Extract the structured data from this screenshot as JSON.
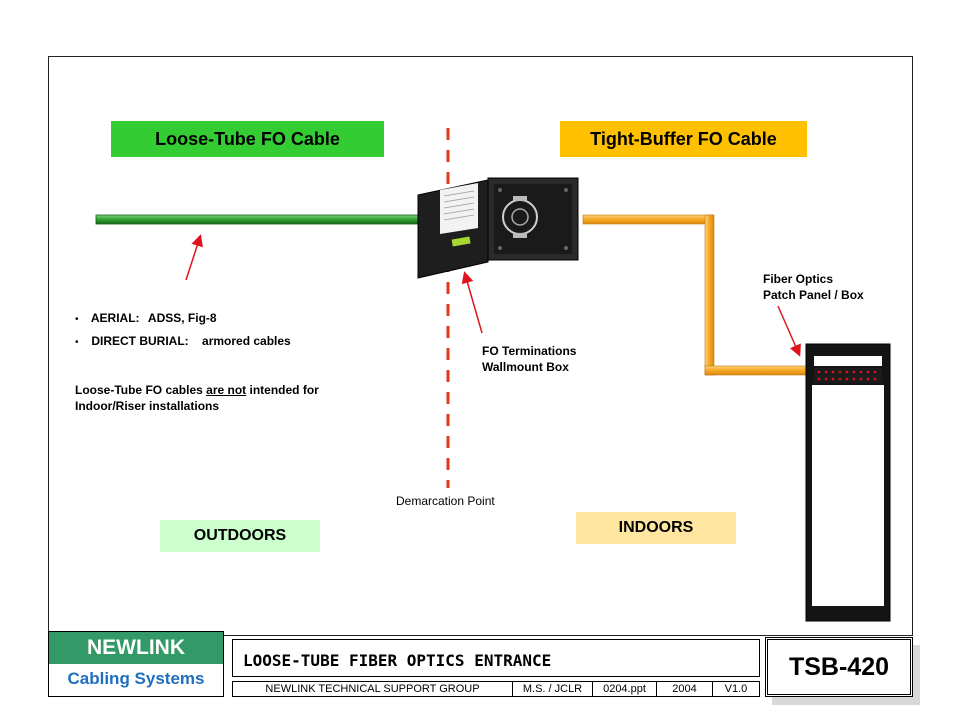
{
  "labels": {
    "loose_tube": "Loose-Tube FO Cable",
    "tight_buffer": "Tight-Buffer FO Cable",
    "outdoors": "OUTDOORS",
    "indoors": "INDOORS",
    "demarcation": "Demarcation Point",
    "fo_terminations": [
      "FO Terminations",
      "Wallmount Box"
    ],
    "patch_panel": [
      "Fiber Optics",
      "Patch Panel / Box"
    ]
  },
  "notes": {
    "aerial_prefix": "AERIAL:",
    "aerial_value": "ADSS, Fig-8",
    "burial_prefix": "DIRECT BURIAL:",
    "burial_value": "armored cables",
    "warning_part1": "Loose-Tube FO cables",
    "warning_underline": "are not",
    "warning_part2": "intended for",
    "warning_line2": "Indoor/Riser installations"
  },
  "footer": {
    "brand": "NEWLINK",
    "brand_sub": "Cabling Systems",
    "doc_title": "LOOSE-TUBE FIBER OPTICS ENTRANCE",
    "group": "NEWLINK TECHNICAL SUPPORT GROUP",
    "authors": "M.S. / JCLR",
    "file": "0204.ppt",
    "year": "2004",
    "version": "V1.0",
    "doc_id": "TSB-420"
  },
  "colors": {
    "green_label": "#33cc33",
    "yellow_label": "#ffc000",
    "outdoors_bg": "#ccffcc",
    "indoors_bg": "#ffe6a0",
    "green_cable": "#2e9e2e",
    "orange_cable": "#f5a623",
    "demarcation_line": "#e03a1a",
    "arrow": "#e0141e",
    "brand_bg": "#339966"
  }
}
